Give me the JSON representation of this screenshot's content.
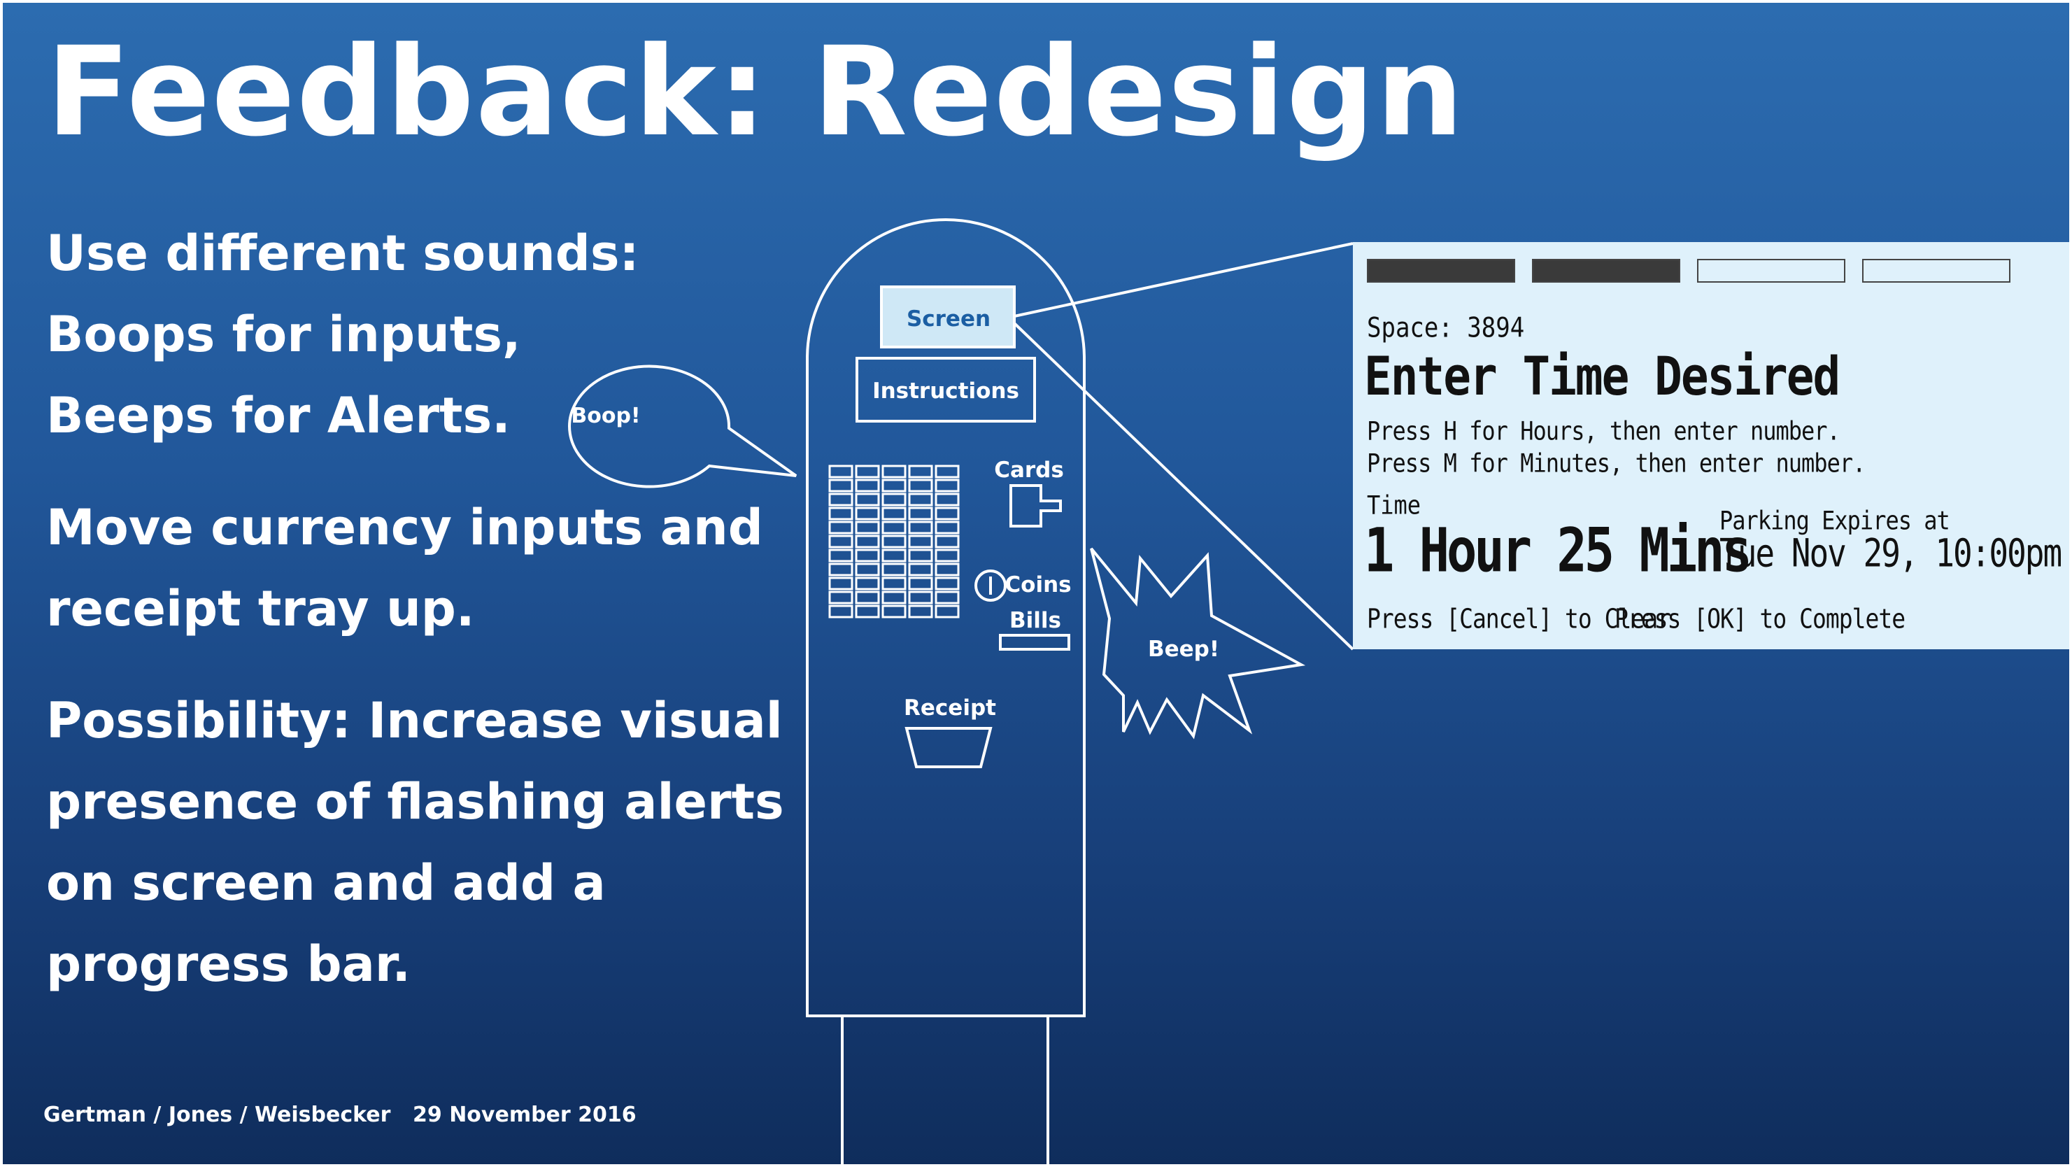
{
  "slide": {
    "title": "Feedback: Redesign",
    "bullets": [
      [
        "Use different sounds:",
        "Boops for inputs,",
        "Beeps for Alerts."
      ],
      [
        "Move currency inputs and",
        "receipt tray up."
      ],
      [
        "Possibility: Increase visual",
        "presence of flashing alerts",
        "on screen and add a",
        "progress bar."
      ]
    ],
    "footer": {
      "authors": "Gertman / Jones / Weisbecker",
      "date": "29 November 2016"
    }
  },
  "diagram": {
    "screen_label": "Screen",
    "instructions_label": "Instructions",
    "cards_label": "Cards",
    "coins_label": "Coins",
    "bills_label": "Bills",
    "receipt_label": "Receipt",
    "boop_text": "Boop!",
    "beep_text": "Beep!",
    "keypad_rows": 11,
    "keypad_cols": 5
  },
  "lcd": {
    "progress_total": 4,
    "progress_filled": 2,
    "space": "Space: 3894",
    "heading": "Enter Time Desired",
    "instruction_1": "Press H for Hours, then enter number.",
    "instruction_2": "Press M for Minutes, then enter number.",
    "time_label": "Time",
    "time_value": "1 Hour 25 Mins",
    "expires_label": "Parking Expires at",
    "expires_value": "Tue Nov 29, 10:00pm",
    "cancel_hint": "Press [Cancel] to Clear",
    "ok_hint": "Press [OK] to Complete"
  },
  "colors": {
    "bg_top": "#2c6cb0",
    "bg_bottom": "#0f2d5c",
    "screen_fill": "#cfe8f6",
    "lcd_bg": "#dff1fb",
    "text": "#ffffff"
  }
}
